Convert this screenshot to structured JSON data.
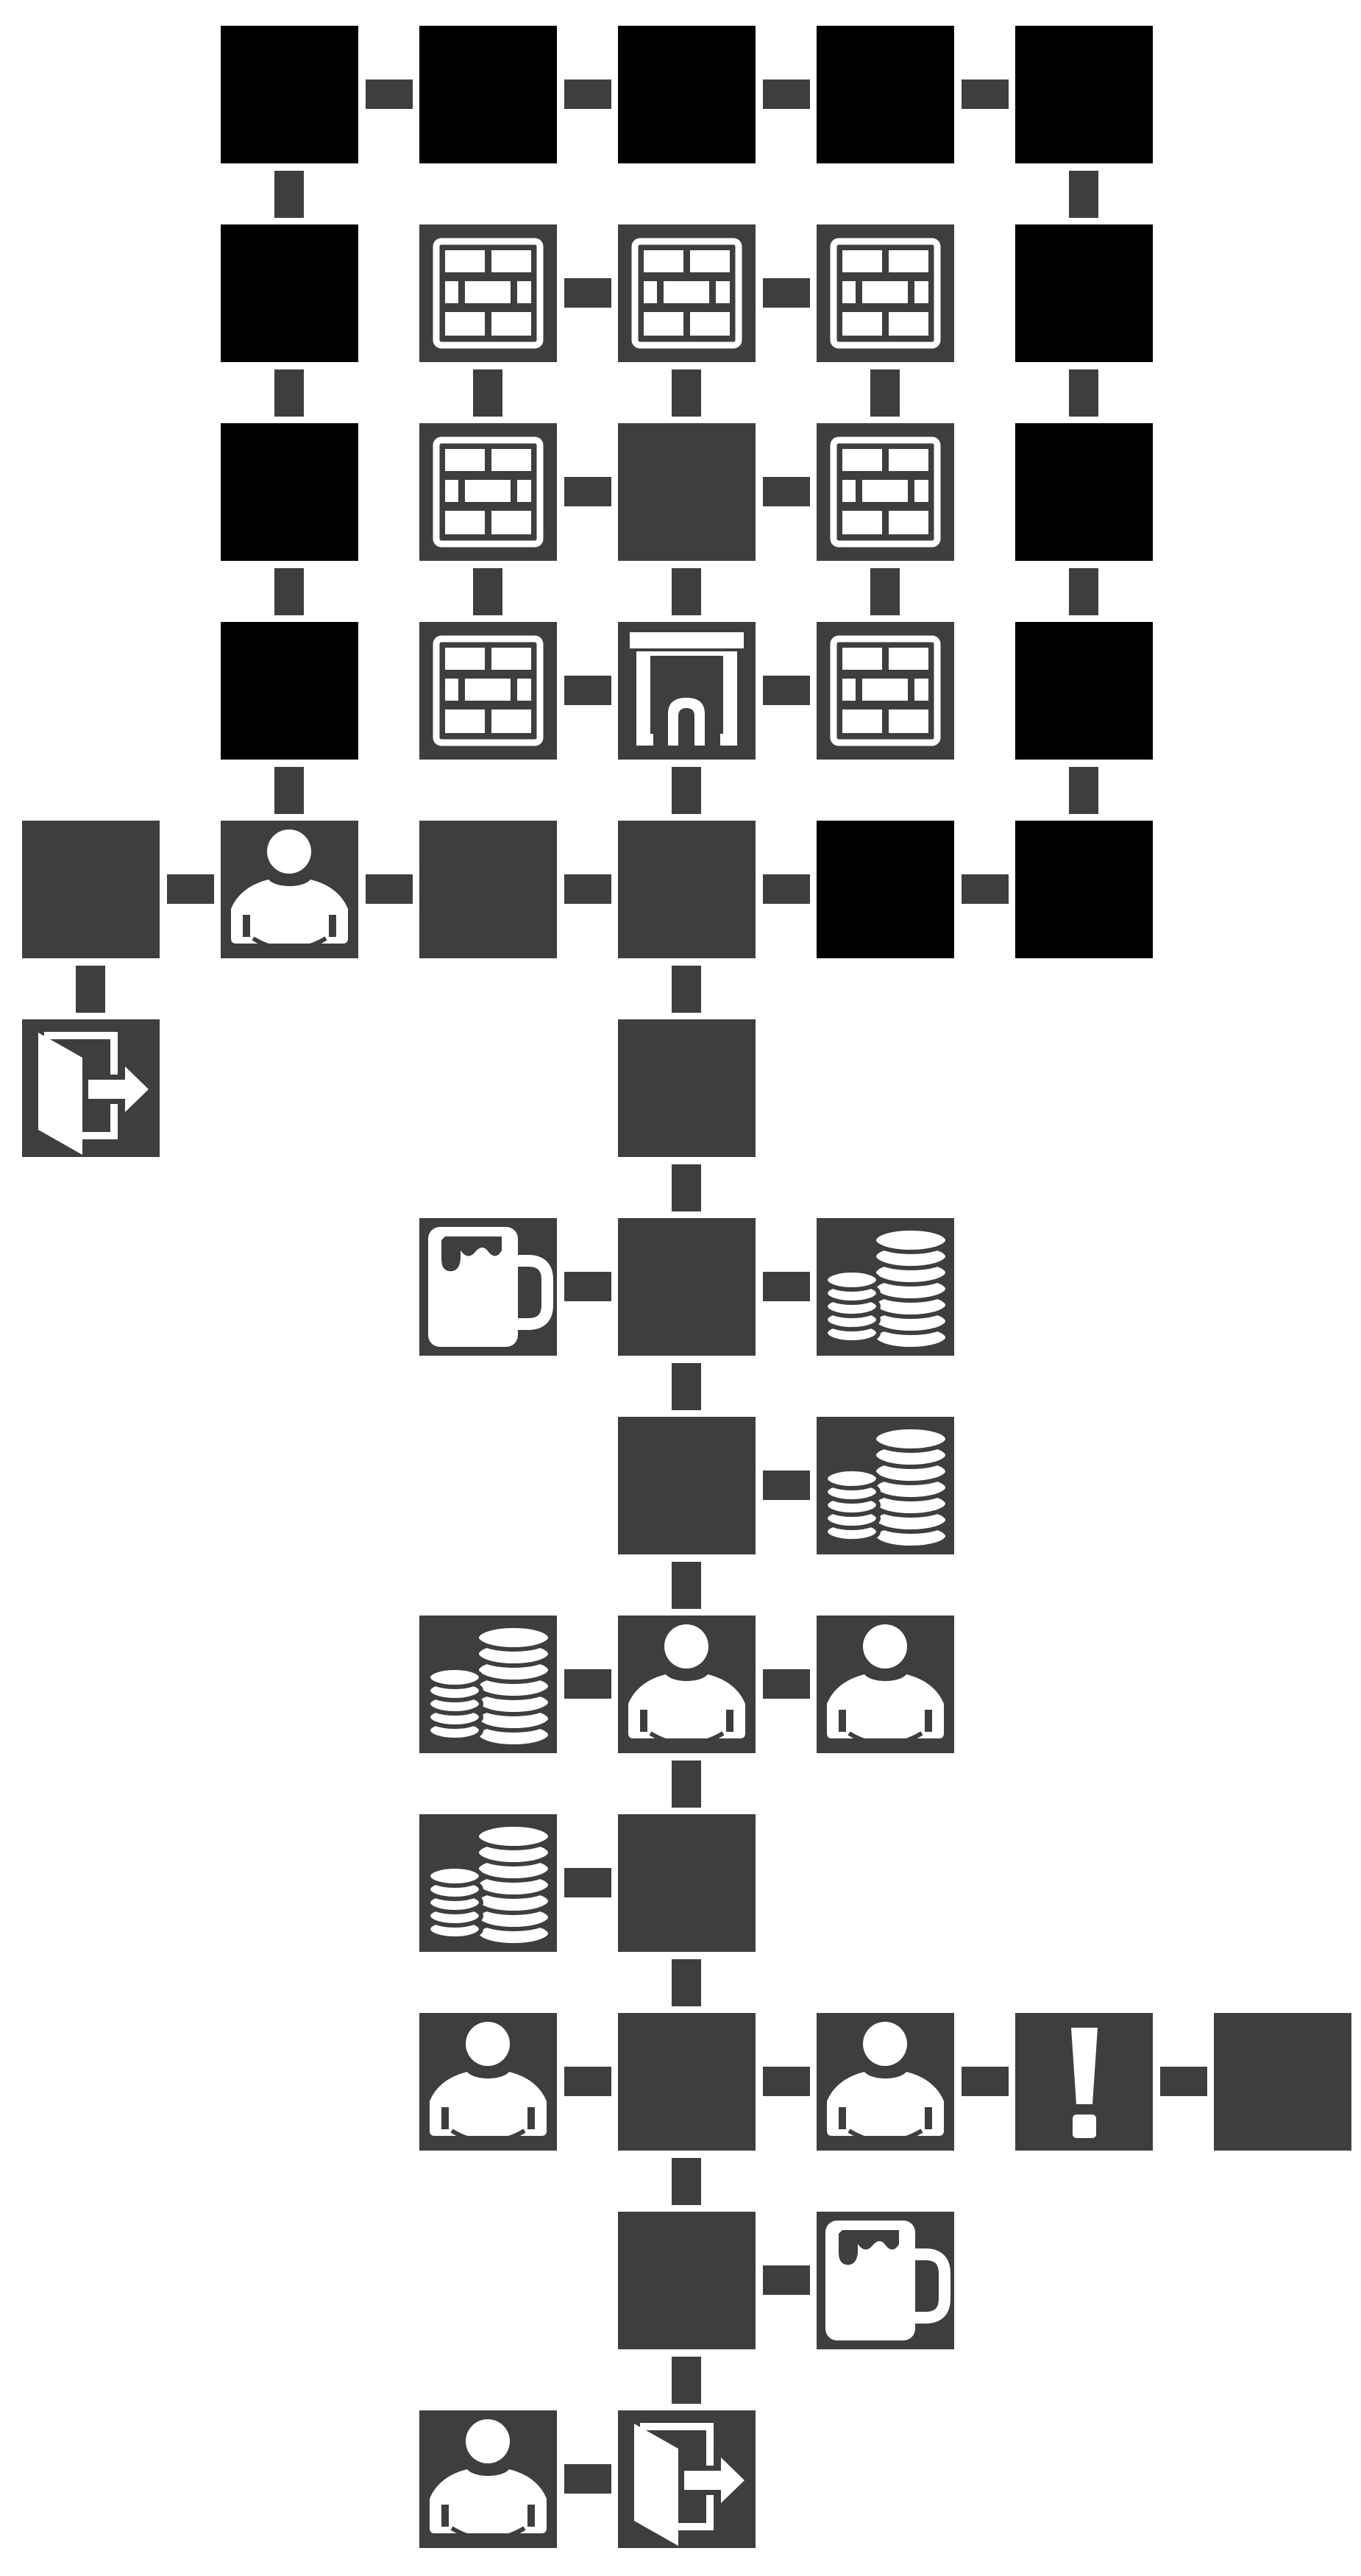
{
  "map": {
    "colors": {
      "background": "#ffffff",
      "explored": "#3e3e3e",
      "unexplored": "#000000",
      "icon": "#ffffff"
    },
    "rooms": [
      {
        "col": 2,
        "row": 0,
        "state": "unexplored",
        "icon": ""
      },
      {
        "col": 3,
        "row": 0,
        "state": "unexplored",
        "icon": ""
      },
      {
        "col": 4,
        "row": 0,
        "state": "unexplored",
        "icon": ""
      },
      {
        "col": 5,
        "row": 0,
        "state": "unexplored",
        "icon": ""
      },
      {
        "col": 6,
        "row": 0,
        "state": "unexplored",
        "icon": ""
      },
      {
        "col": 2,
        "row": 1,
        "state": "unexplored",
        "icon": ""
      },
      {
        "col": 3,
        "row": 1,
        "state": "explored",
        "icon": "wall-icon"
      },
      {
        "col": 4,
        "row": 1,
        "state": "explored",
        "icon": "wall-icon"
      },
      {
        "col": 5,
        "row": 1,
        "state": "explored",
        "icon": "wall-icon"
      },
      {
        "col": 6,
        "row": 1,
        "state": "unexplored",
        "icon": ""
      },
      {
        "col": 2,
        "row": 2,
        "state": "unexplored",
        "icon": ""
      },
      {
        "col": 3,
        "row": 2,
        "state": "explored",
        "icon": "wall-icon"
      },
      {
        "col": 4,
        "row": 2,
        "state": "explored",
        "icon": ""
      },
      {
        "col": 5,
        "row": 2,
        "state": "explored",
        "icon": "wall-icon"
      },
      {
        "col": 6,
        "row": 2,
        "state": "unexplored",
        "icon": ""
      },
      {
        "col": 2,
        "row": 3,
        "state": "unexplored",
        "icon": ""
      },
      {
        "col": 3,
        "row": 3,
        "state": "explored",
        "icon": "wall-icon"
      },
      {
        "col": 4,
        "row": 3,
        "state": "explored",
        "icon": "gate-icon"
      },
      {
        "col": 5,
        "row": 3,
        "state": "explored",
        "icon": "wall-icon"
      },
      {
        "col": 6,
        "row": 3,
        "state": "unexplored",
        "icon": ""
      },
      {
        "col": 1,
        "row": 4,
        "state": "explored",
        "icon": ""
      },
      {
        "col": 2,
        "row": 4,
        "state": "explored",
        "icon": "person-icon"
      },
      {
        "col": 3,
        "row": 4,
        "state": "explored",
        "icon": ""
      },
      {
        "col": 4,
        "row": 4,
        "state": "explored",
        "icon": ""
      },
      {
        "col": 5,
        "row": 4,
        "state": "unexplored",
        "icon": ""
      },
      {
        "col": 6,
        "row": 4,
        "state": "unexplored",
        "icon": ""
      },
      {
        "col": 1,
        "row": 5,
        "state": "explored",
        "icon": "exit-door-icon"
      },
      {
        "col": 4,
        "row": 5,
        "state": "explored",
        "icon": ""
      },
      {
        "col": 3,
        "row": 6,
        "state": "explored",
        "icon": "mug-icon"
      },
      {
        "col": 4,
        "row": 6,
        "state": "explored",
        "icon": ""
      },
      {
        "col": 5,
        "row": 6,
        "state": "explored",
        "icon": "coins-icon"
      },
      {
        "col": 4,
        "row": 7,
        "state": "explored",
        "icon": ""
      },
      {
        "col": 5,
        "row": 7,
        "state": "explored",
        "icon": "coins-icon"
      },
      {
        "col": 3,
        "row": 8,
        "state": "explored",
        "icon": "coins-icon"
      },
      {
        "col": 4,
        "row": 8,
        "state": "explored",
        "icon": "person-icon"
      },
      {
        "col": 5,
        "row": 8,
        "state": "explored",
        "icon": "person-icon"
      },
      {
        "col": 3,
        "row": 9,
        "state": "explored",
        "icon": "coins-icon"
      },
      {
        "col": 4,
        "row": 9,
        "state": "explored",
        "icon": ""
      },
      {
        "col": 3,
        "row": 10,
        "state": "explored",
        "icon": "person-icon"
      },
      {
        "col": 4,
        "row": 10,
        "state": "explored",
        "icon": ""
      },
      {
        "col": 5,
        "row": 10,
        "state": "explored",
        "icon": "person-icon"
      },
      {
        "col": 6,
        "row": 10,
        "state": "explored",
        "icon": "exclamation-icon"
      },
      {
        "col": 7,
        "row": 10,
        "state": "explored",
        "icon": ""
      },
      {
        "col": 4,
        "row": 11,
        "state": "explored",
        "icon": ""
      },
      {
        "col": 5,
        "row": 11,
        "state": "explored",
        "icon": "mug-icon"
      },
      {
        "col": 3,
        "row": 12,
        "state": "explored",
        "icon": "person-icon"
      },
      {
        "col": 4,
        "row": 12,
        "state": "explored",
        "icon": "exit-door-icon"
      }
    ],
    "connections": [
      {
        "from": [
          2,
          0
        ],
        "to": [
          3,
          0
        ]
      },
      {
        "from": [
          3,
          0
        ],
        "to": [
          4,
          0
        ]
      },
      {
        "from": [
          4,
          0
        ],
        "to": [
          5,
          0
        ]
      },
      {
        "from": [
          5,
          0
        ],
        "to": [
          6,
          0
        ]
      },
      {
        "from": [
          2,
          0
        ],
        "to": [
          2,
          1
        ]
      },
      {
        "from": [
          6,
          0
        ],
        "to": [
          6,
          1
        ]
      },
      {
        "from": [
          4,
          1
        ],
        "to": [
          3,
          1
        ]
      },
      {
        "from": [
          4,
          1
        ],
        "to": [
          5,
          1
        ]
      },
      {
        "from": [
          2,
          1
        ],
        "to": [
          2,
          2
        ]
      },
      {
        "from": [
          3,
          1
        ],
        "to": [
          3,
          2
        ]
      },
      {
        "from": [
          4,
          1
        ],
        "to": [
          4,
          2
        ]
      },
      {
        "from": [
          5,
          1
        ],
        "to": [
          5,
          2
        ]
      },
      {
        "from": [
          6,
          1
        ],
        "to": [
          6,
          2
        ]
      },
      {
        "from": [
          3,
          2
        ],
        "to": [
          4,
          2
        ]
      },
      {
        "from": [
          4,
          2
        ],
        "to": [
          5,
          2
        ]
      },
      {
        "from": [
          2,
          2
        ],
        "to": [
          2,
          3
        ]
      },
      {
        "from": [
          3,
          2
        ],
        "to": [
          3,
          3
        ]
      },
      {
        "from": [
          4,
          2
        ],
        "to": [
          4,
          3
        ]
      },
      {
        "from": [
          5,
          2
        ],
        "to": [
          5,
          3
        ]
      },
      {
        "from": [
          6,
          2
        ],
        "to": [
          6,
          3
        ]
      },
      {
        "from": [
          3,
          3
        ],
        "to": [
          4,
          3
        ]
      },
      {
        "from": [
          4,
          3
        ],
        "to": [
          5,
          3
        ]
      },
      {
        "from": [
          2,
          3
        ],
        "to": [
          2,
          4
        ]
      },
      {
        "from": [
          4,
          3
        ],
        "to": [
          4,
          4
        ]
      },
      {
        "from": [
          6,
          3
        ],
        "to": [
          6,
          4
        ]
      },
      {
        "from": [
          1,
          4
        ],
        "to": [
          2,
          4
        ]
      },
      {
        "from": [
          2,
          4
        ],
        "to": [
          3,
          4
        ]
      },
      {
        "from": [
          3,
          4
        ],
        "to": [
          4,
          4
        ]
      },
      {
        "from": [
          4,
          4
        ],
        "to": [
          5,
          4
        ]
      },
      {
        "from": [
          5,
          4
        ],
        "to": [
          6,
          4
        ]
      },
      {
        "from": [
          1,
          4
        ],
        "to": [
          1,
          5
        ]
      },
      {
        "from": [
          4,
          4
        ],
        "to": [
          4,
          5
        ]
      },
      {
        "from": [
          4,
          5
        ],
        "to": [
          4,
          6
        ]
      },
      {
        "from": [
          3,
          6
        ],
        "to": [
          4,
          6
        ]
      },
      {
        "from": [
          4,
          6
        ],
        "to": [
          5,
          6
        ]
      },
      {
        "from": [
          4,
          6
        ],
        "to": [
          4,
          7
        ]
      },
      {
        "from": [
          4,
          7
        ],
        "to": [
          5,
          7
        ]
      },
      {
        "from": [
          4,
          7
        ],
        "to": [
          4,
          8
        ]
      },
      {
        "from": [
          3,
          8
        ],
        "to": [
          4,
          8
        ]
      },
      {
        "from": [
          4,
          8
        ],
        "to": [
          5,
          8
        ]
      },
      {
        "from": [
          4,
          8
        ],
        "to": [
          4,
          9
        ]
      },
      {
        "from": [
          3,
          9
        ],
        "to": [
          4,
          9
        ]
      },
      {
        "from": [
          4,
          9
        ],
        "to": [
          4,
          10
        ]
      },
      {
        "from": [
          3,
          10
        ],
        "to": [
          4,
          10
        ]
      },
      {
        "from": [
          4,
          10
        ],
        "to": [
          5,
          10
        ]
      },
      {
        "from": [
          5,
          10
        ],
        "to": [
          6,
          10
        ]
      },
      {
        "from": [
          6,
          10
        ],
        "to": [
          7,
          10
        ]
      },
      {
        "from": [
          4,
          10
        ],
        "to": [
          4,
          11
        ]
      },
      {
        "from": [
          4,
          11
        ],
        "to": [
          5,
          11
        ]
      },
      {
        "from": [
          4,
          11
        ],
        "to": [
          4,
          12
        ]
      },
      {
        "from": [
          3,
          12
        ],
        "to": [
          4,
          12
        ]
      }
    ]
  }
}
